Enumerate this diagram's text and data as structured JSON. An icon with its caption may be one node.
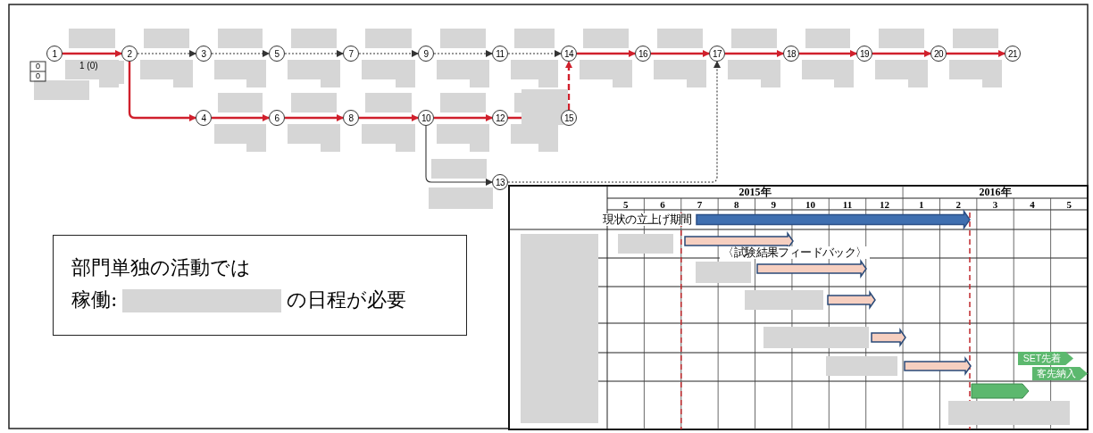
{
  "diagram": {
    "nodes": [
      {
        "text": [
          "1"
        ]
      },
      {
        "text": [
          "2"
        ]
      },
      {
        "text": [
          "3"
        ]
      },
      {
        "text": [
          "4"
        ]
      },
      {
        "text": [
          "5"
        ]
      },
      {
        "text": [
          "6"
        ]
      },
      {
        "text": [
          "7"
        ]
      },
      {
        "text": [
          "8"
        ]
      },
      {
        "text": [
          "9"
        ]
      },
      {
        "text": [
          "10"
        ]
      },
      {
        "text": [
          "11"
        ]
      },
      {
        "text": [
          "12"
        ]
      },
      {
        "text": [
          "13"
        ]
      },
      {
        "text": [
          "14"
        ]
      },
      {
        "text": [
          "15"
        ]
      },
      {
        "text": [
          "16"
        ]
      },
      {
        "text": [
          "17"
        ]
      },
      {
        "text": [
          "18"
        ]
      },
      {
        "text": [
          "19"
        ]
      },
      {
        "text": [
          "20"
        ]
      },
      {
        "text": [
          "21"
        ]
      },
      {
        "text": [
          "部門単独の活動では",
          "稼働:",
          "の日程が必要"
        ]
      }
    ],
    "edges": [
      {
        "from": 0,
        "to": 1,
        "arrow": "to",
        "label": "1 (0)"
      },
      {
        "from": 1,
        "to": 2,
        "arrow": "to",
        "style": "dashed",
        "color": "#333333"
      },
      {
        "from": 2,
        "to": 4,
        "arrow": "to",
        "style": "dashed",
        "color": "#333333"
      },
      {
        "from": 4,
        "to": 6,
        "arrow": "to",
        "style": "dashed",
        "color": "#333333"
      },
      {
        "from": 6,
        "to": 8,
        "arrow": "to",
        "style": "dashed",
        "color": "#333333"
      },
      {
        "from": 8,
        "to": 10,
        "arrow": "to",
        "style": "dashed",
        "color": "#333333"
      },
      {
        "from": 10,
        "to": 13,
        "arrow": "to",
        "style": "dashed",
        "color": "#333333"
      },
      {
        "from": 13,
        "to": 15,
        "arrow": "to"
      },
      {
        "from": 15,
        "to": 16,
        "arrow": "to"
      },
      {
        "from": 16,
        "to": 17,
        "arrow": "to"
      },
      {
        "from": 17,
        "to": 18,
        "arrow": "to"
      },
      {
        "from": 18,
        "to": 19,
        "arrow": "to"
      },
      {
        "from": 19,
        "to": 20,
        "arrow": "to"
      },
      {
        "from": 1,
        "to": 3,
        "arrow": "to"
      },
      {
        "from": 3,
        "to": 5,
        "arrow": "to"
      },
      {
        "from": 5,
        "to": 7,
        "arrow": "to"
      },
      {
        "from": 7,
        "to": 9,
        "arrow": "to"
      },
      {
        "from": 9,
        "to": 11,
        "arrow": "to"
      },
      {
        "from": 11,
        "to": 14,
        "arrow": "to"
      },
      {
        "from": 14,
        "to": 13,
        "arrow": "to",
        "style": "dashed"
      },
      {
        "from": 9,
        "to": 12,
        "arrow": "to",
        "color": "#333333"
      },
      {
        "from": 12,
        "to": 16,
        "arrow": "to",
        "style": "dashed",
        "color": "#333333"
      }
    ],
    "labels": [
      "0",
      "0",
      "2015年",
      "2016年",
      "5",
      "6",
      "7",
      "8",
      "9",
      "10",
      "11",
      "12",
      "1",
      "2",
      "3",
      "4",
      "5",
      "現状の立上げ期間",
      "〈試験結果フィードバック〉",
      "SET先着",
      "客先納入"
    ]
  }
}
